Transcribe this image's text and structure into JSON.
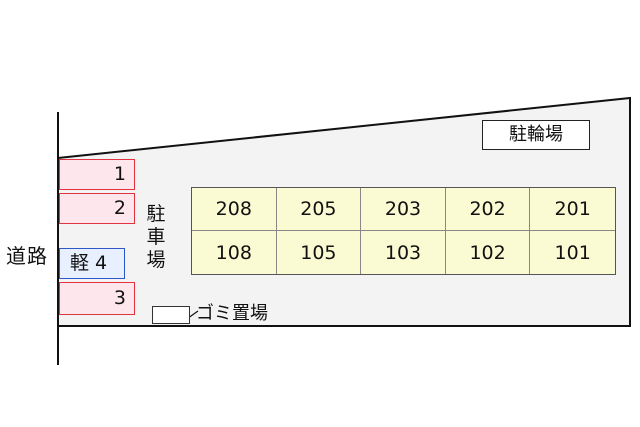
{
  "road_label": "道路",
  "parking_label_vertical": [
    "駐",
    "車",
    "場"
  ],
  "bicycle_parking_label": "駐輪場",
  "parking_slots": [
    {
      "label": "1",
      "type": "standard"
    },
    {
      "label": "2",
      "type": "standard"
    },
    {
      "label": "軽 4",
      "type": "kei"
    },
    {
      "label": "3",
      "type": "standard"
    }
  ],
  "units_upper": [
    "208",
    "205",
    "203",
    "202",
    "201"
  ],
  "units_lower": [
    "108",
    "105",
    "103",
    "102",
    "101"
  ],
  "garbage_label": "ゴミ置場",
  "colors": {
    "slot_border": "#e0353f",
    "slot_fill": "#fde6ec",
    "kei_border": "#2e57c9",
    "building_fill": "#fafad3",
    "lot_fill": "#f3f3f3"
  }
}
